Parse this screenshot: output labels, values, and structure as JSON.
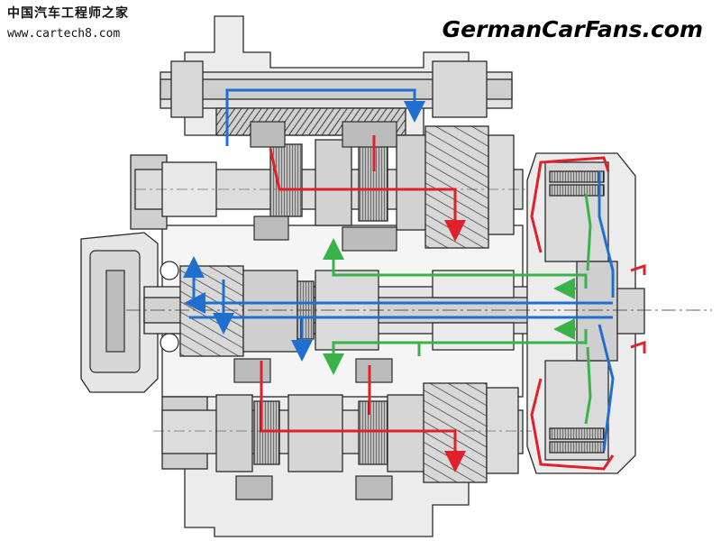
{
  "watermarks": {
    "site_cn": "中国汽车工程师之家",
    "site_url": "www.cartech8.com",
    "brand": "GermanCarFans.com"
  },
  "colors": {
    "outline": "#2a2a2a",
    "housing_fill": "#e3e3e3",
    "part_fill": "#c9c9c9",
    "light_fill": "#f0f0f0",
    "flow_red": "#e0202a",
    "flow_blue": "#1f6fd0",
    "flow_green": "#3ab24a"
  }
}
